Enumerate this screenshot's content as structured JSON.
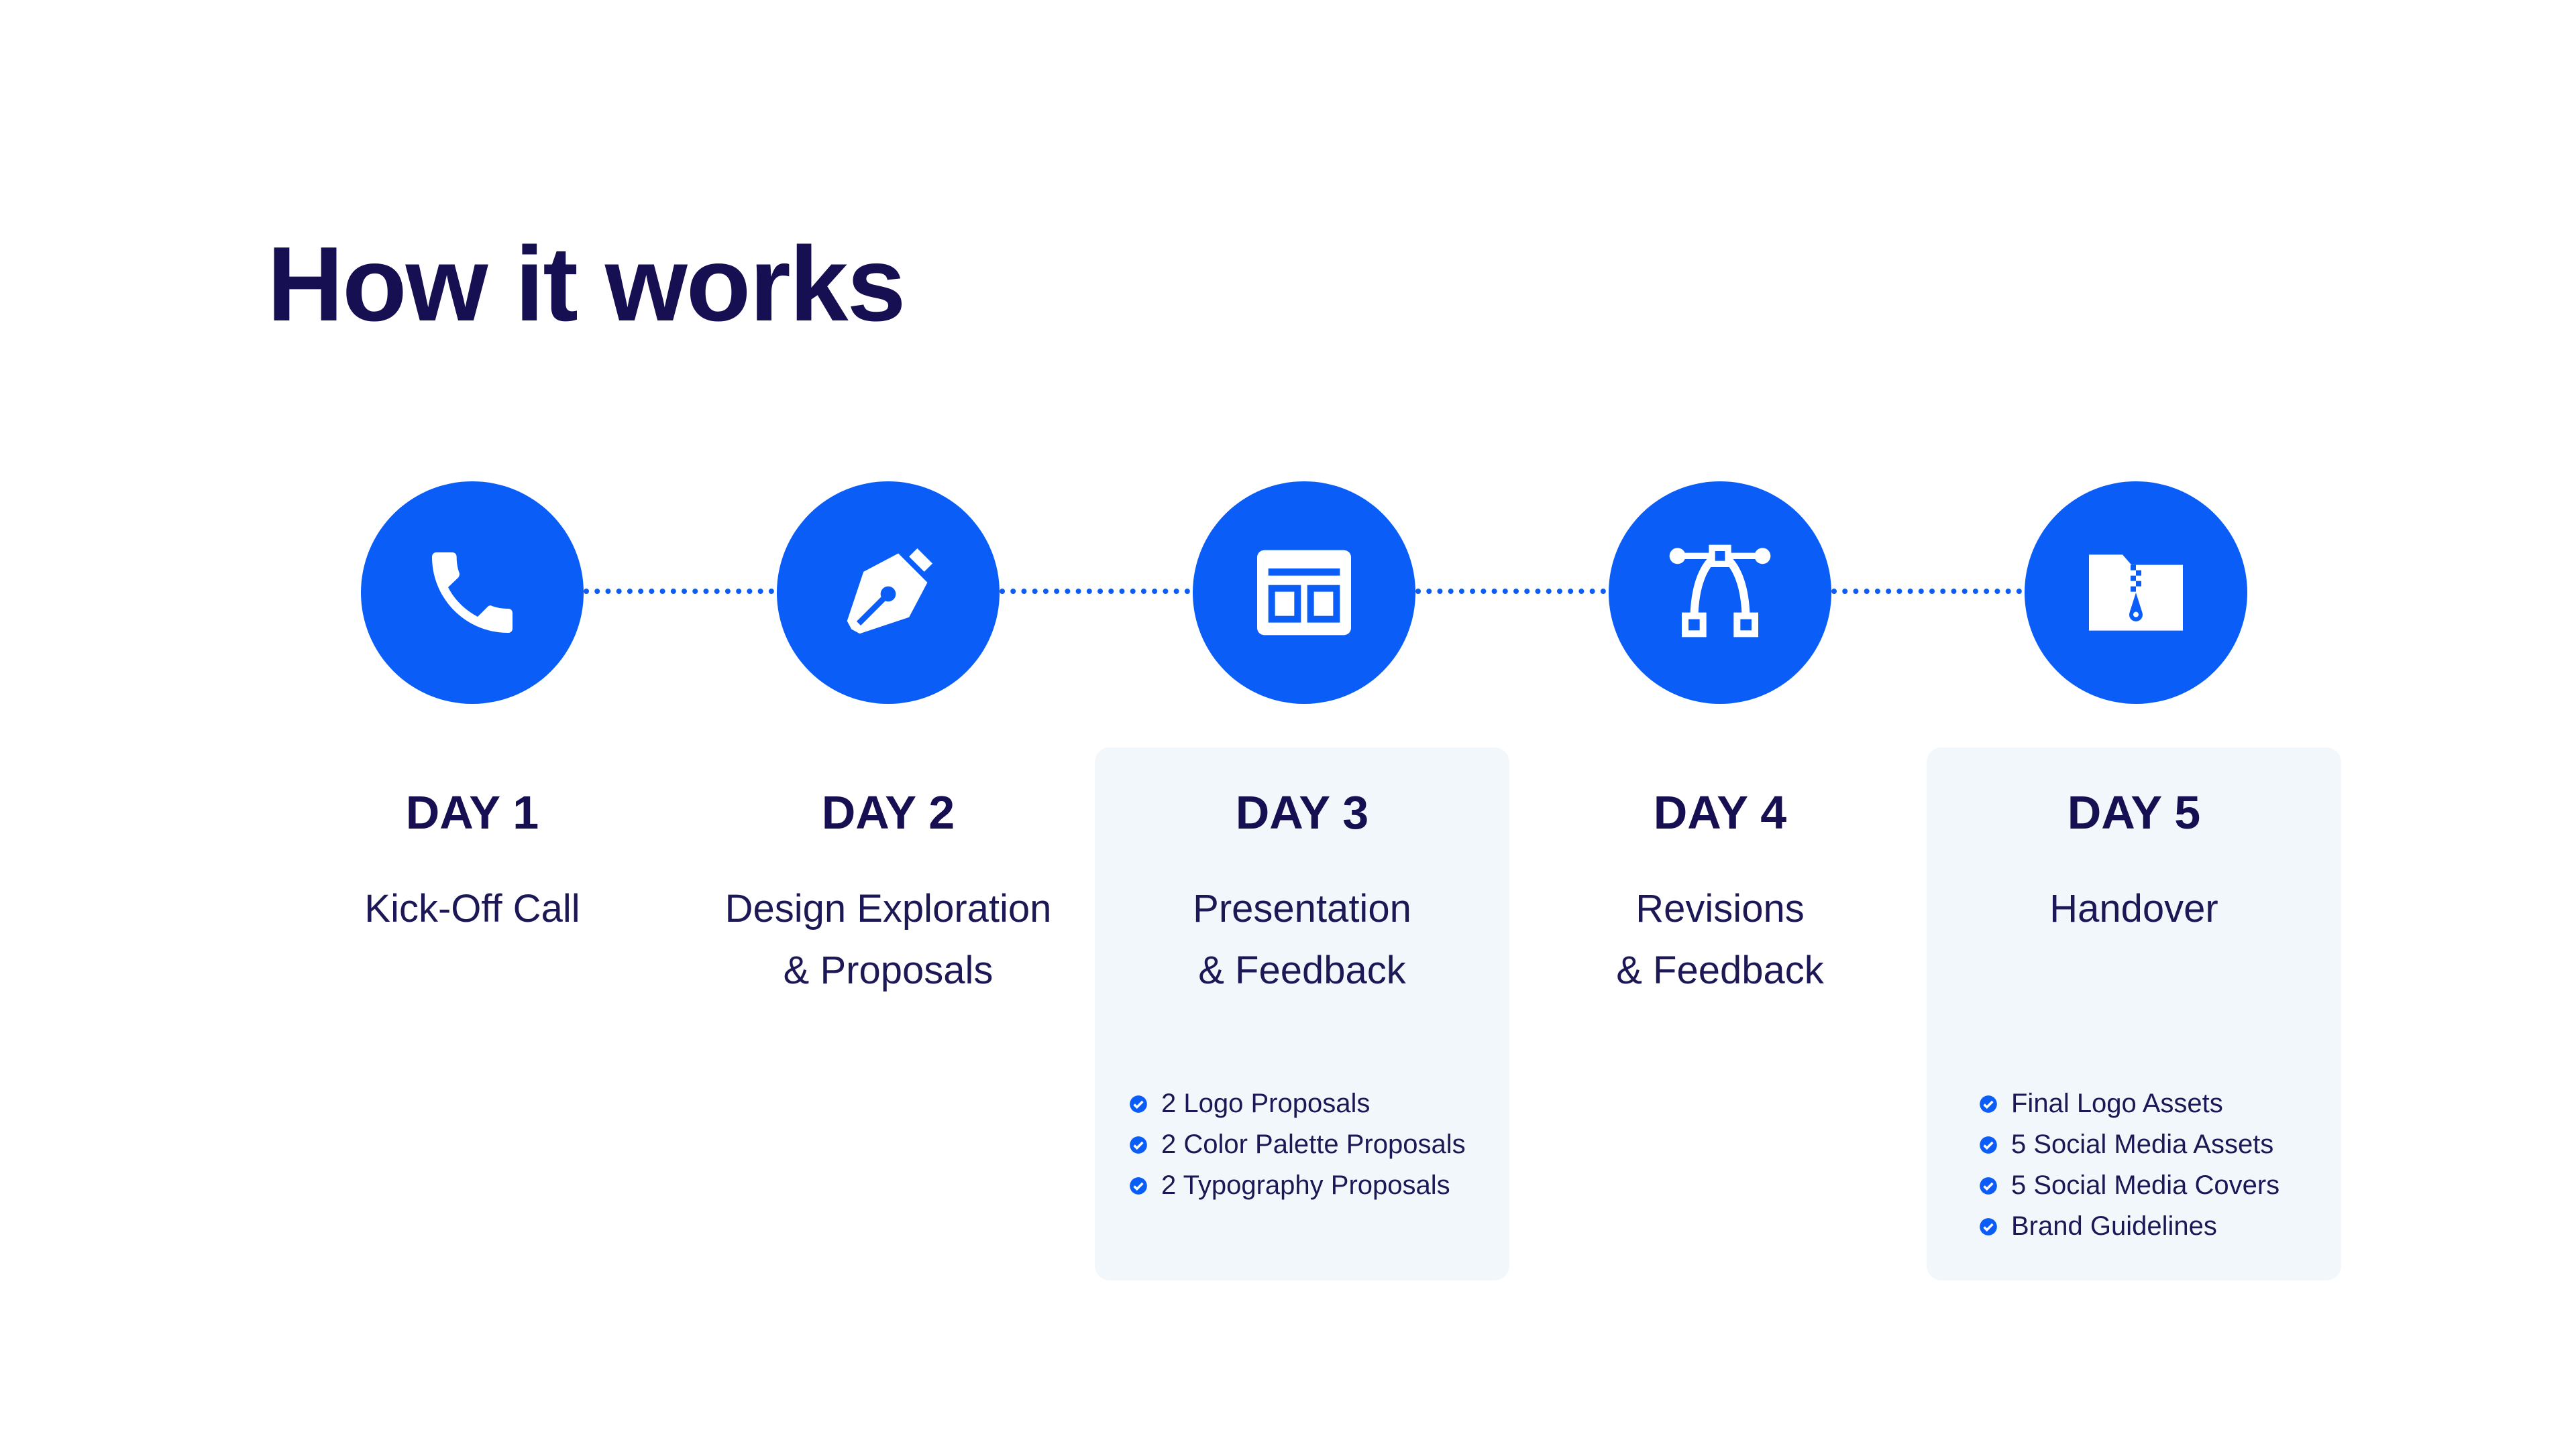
{
  "title": "How it works",
  "colors": {
    "accent": "#0a5ef7",
    "heading": "#160f52",
    "card_background": "#f2f7fc"
  },
  "steps": [
    {
      "day": "DAY 1",
      "name": "Kick-Off Call",
      "icon": "phone-icon",
      "highlighted": false,
      "items": []
    },
    {
      "day": "DAY 2",
      "name": "Design Exploration\n& Proposals",
      "icon": "pen-nib-icon",
      "highlighted": false,
      "items": []
    },
    {
      "day": "DAY 3",
      "name": "Presentation\n& Feedback",
      "icon": "browser-layout-icon",
      "highlighted": true,
      "items": [
        "2 Logo Proposals",
        "2 Color Palette Proposals",
        "2 Typography Proposals"
      ]
    },
    {
      "day": "DAY 4",
      "name": "Revisions\n& Feedback",
      "icon": "bezier-curve-icon",
      "highlighted": false,
      "items": []
    },
    {
      "day": "DAY 5",
      "name": "Handover",
      "icon": "zip-folder-icon",
      "highlighted": true,
      "items": [
        "Final Logo Assets",
        "5 Social Media Assets",
        "5 Social Media Covers",
        "Brand Guidelines"
      ]
    }
  ]
}
